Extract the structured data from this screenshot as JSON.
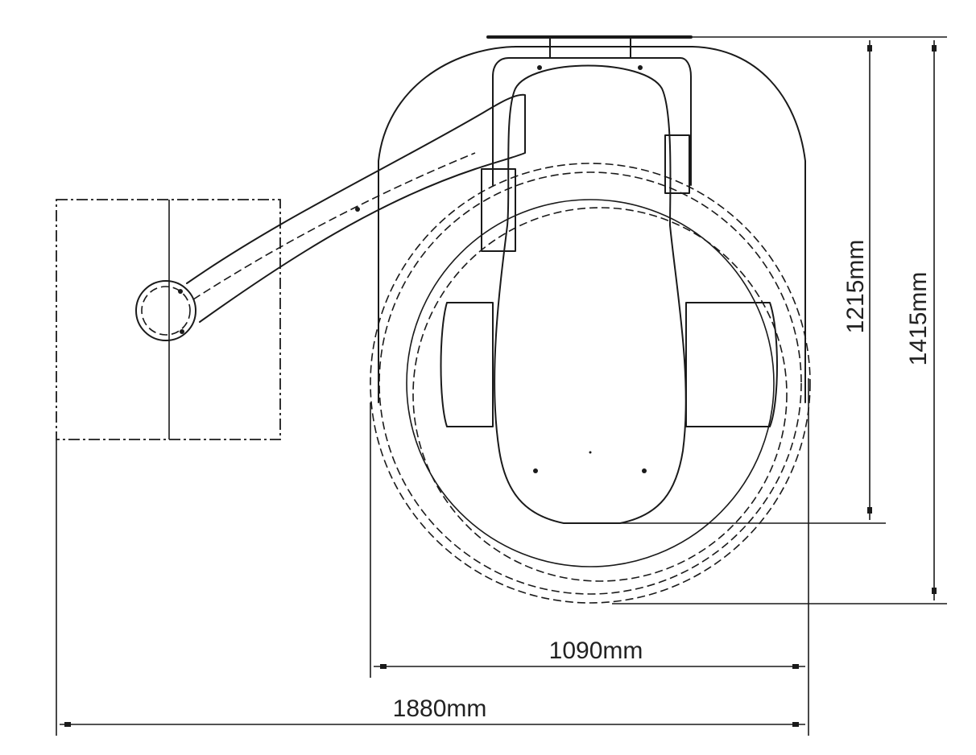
{
  "dimensions": {
    "total_width": "1880mm",
    "base_width": "1090mm",
    "body_length": "1215mm",
    "total_length": "1415mm"
  },
  "colors": {
    "line": "#1a1a1a",
    "text": "#222222",
    "background": "#ffffff"
  }
}
